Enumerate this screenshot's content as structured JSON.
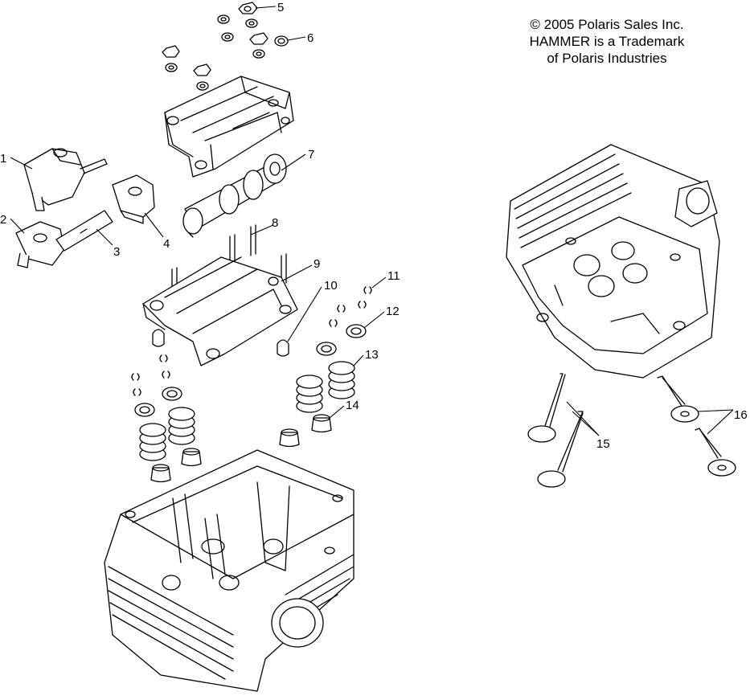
{
  "copyright": {
    "line1": "© 2005 Polaris Sales Inc.",
    "line2": "HAMMER is a Trademark",
    "line3": "of Polaris Industries"
  },
  "callouts": [
    {
      "n": "1",
      "part": "rocker-arm"
    },
    {
      "n": "2",
      "part": "rocker-arm"
    },
    {
      "n": "3",
      "part": "rocker-shaft"
    },
    {
      "n": "4",
      "part": "rocker-arm"
    },
    {
      "n": "5",
      "part": "nut"
    },
    {
      "n": "6",
      "part": "washer"
    },
    {
      "n": "7",
      "part": "camshaft"
    },
    {
      "n": "8",
      "part": "stud"
    },
    {
      "n": "9",
      "part": "camshaft-holder"
    },
    {
      "n": "10",
      "part": "dowel-pin"
    },
    {
      "n": "11",
      "part": "valve-keeper"
    },
    {
      "n": "12",
      "part": "spring-retainer"
    },
    {
      "n": "13",
      "part": "valve-spring"
    },
    {
      "n": "14",
      "part": "valve-seal"
    },
    {
      "n": "15",
      "part": "intake-valve"
    },
    {
      "n": "16",
      "part": "exhaust-valve"
    }
  ]
}
